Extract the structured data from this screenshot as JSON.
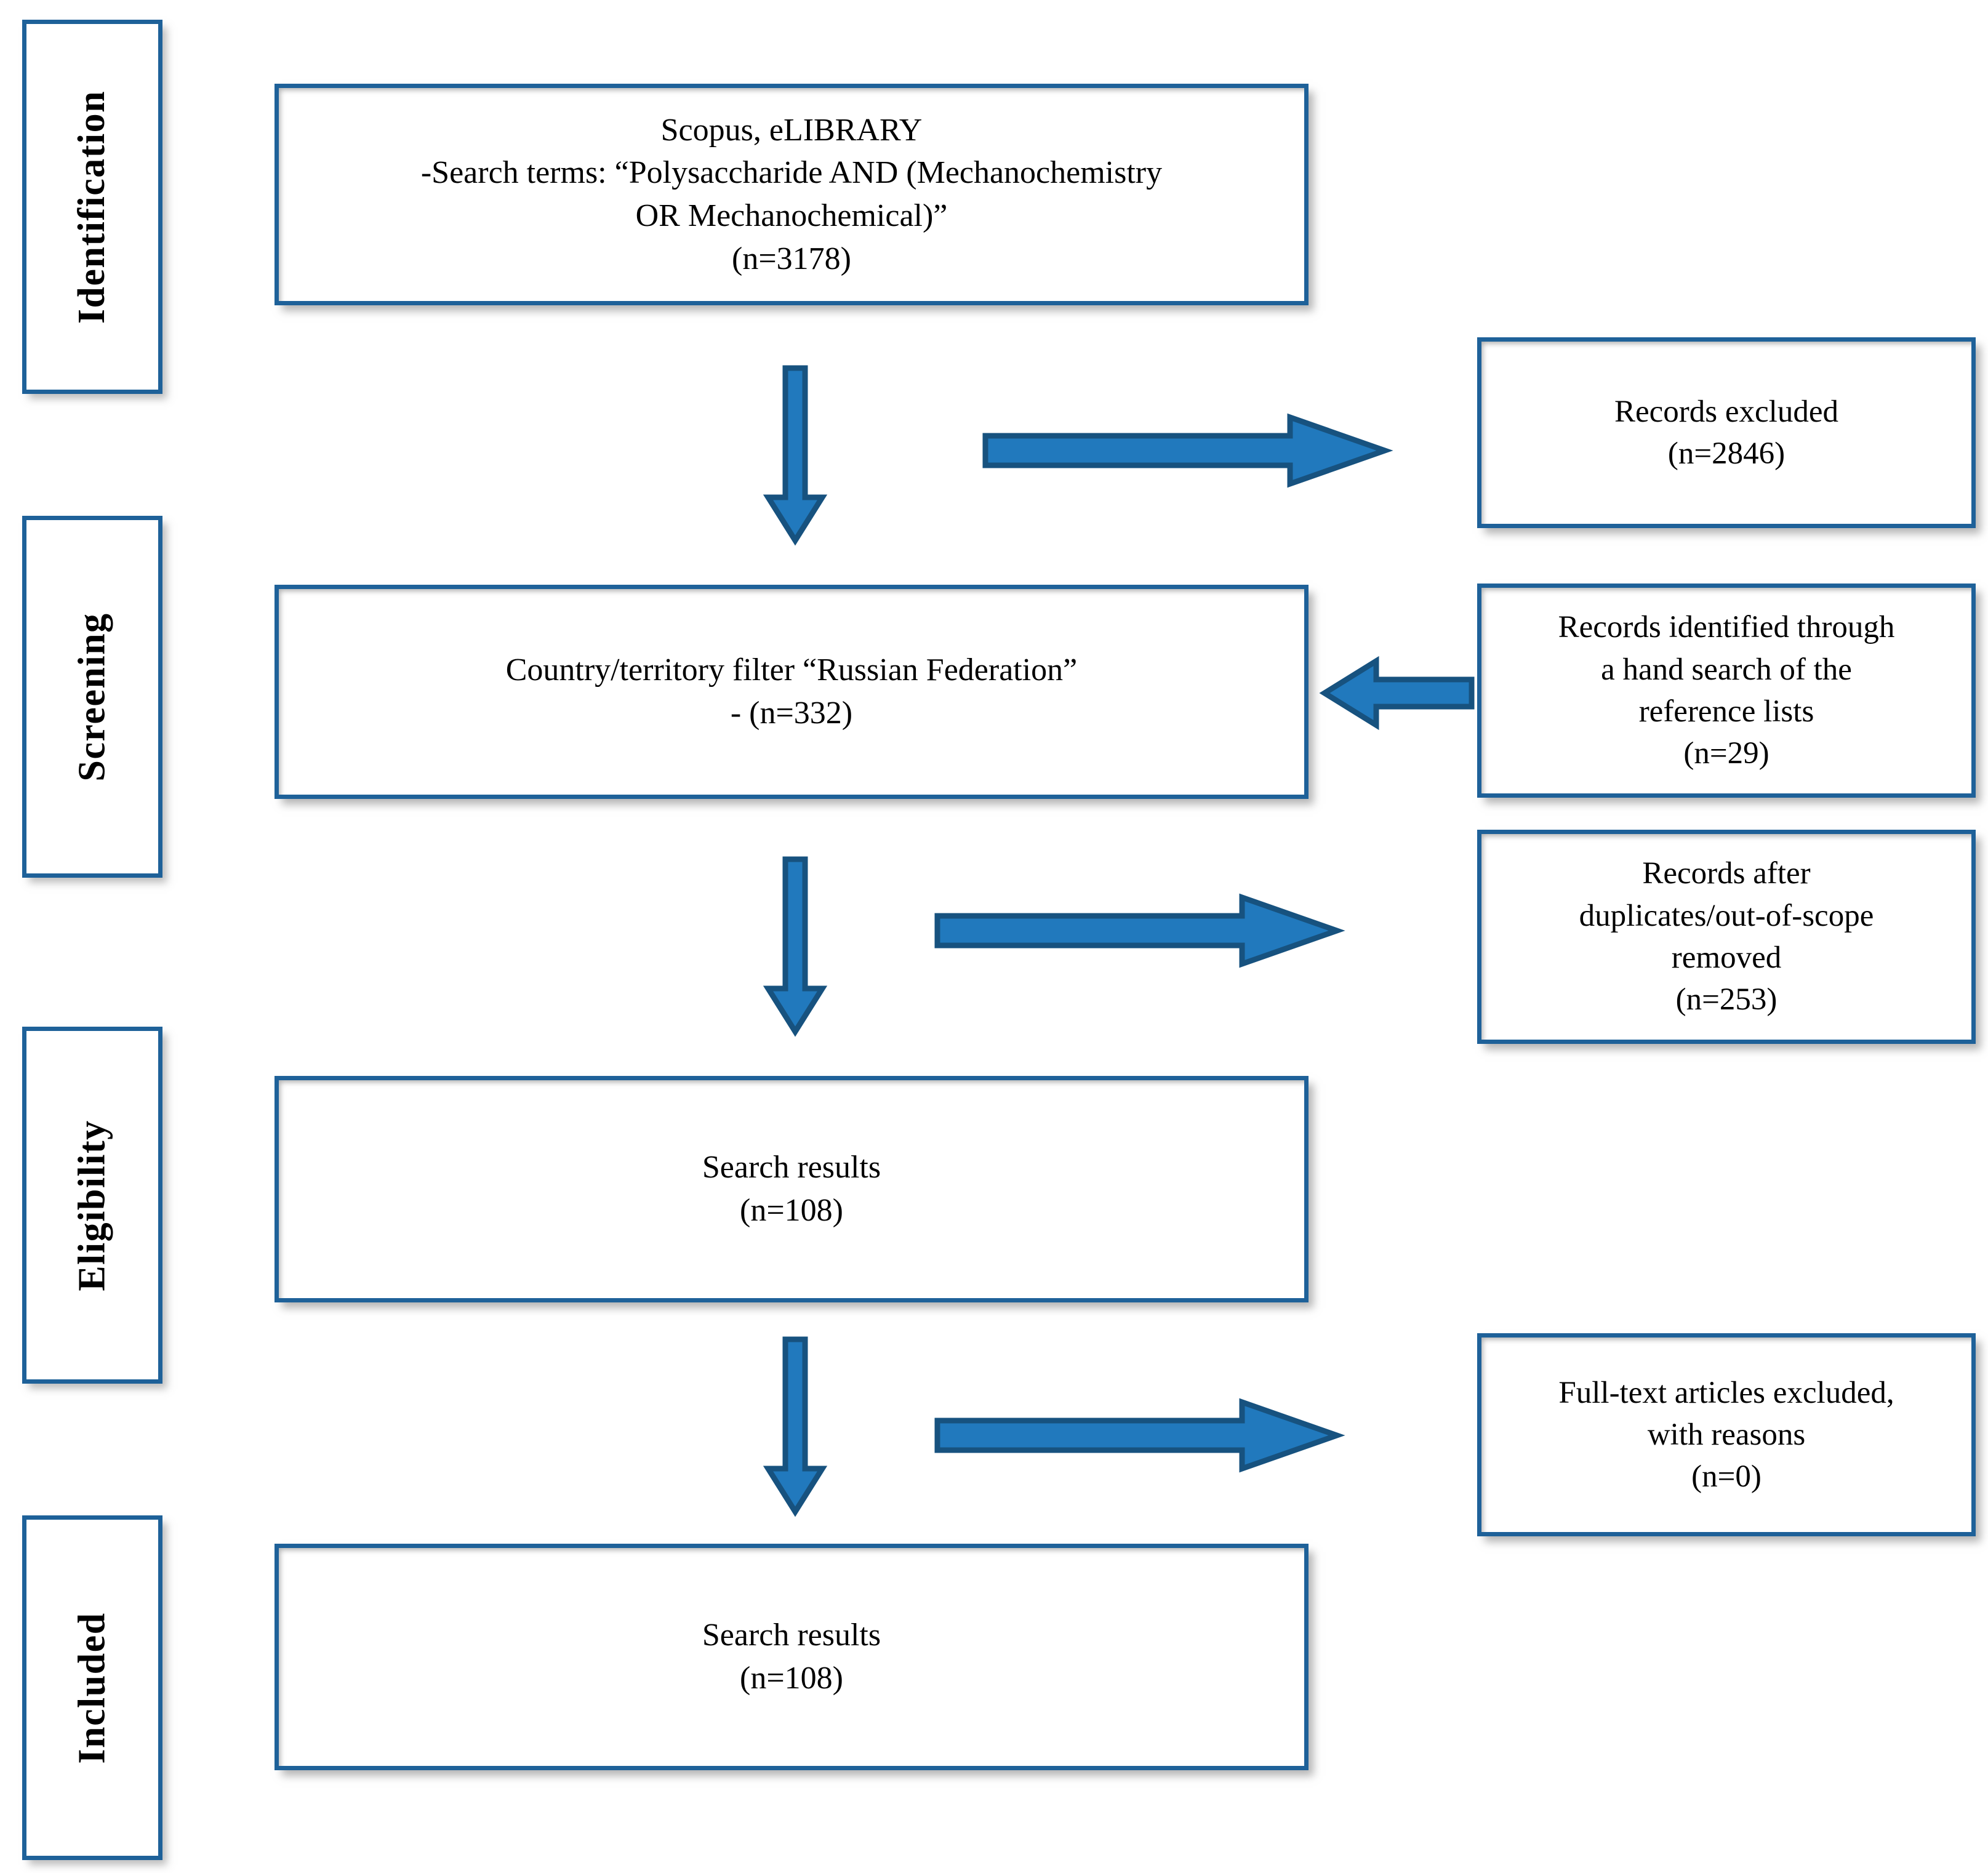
{
  "diagram": {
    "title": "PRISMA flow diagram",
    "colors": {
      "box_border": "#1e6199",
      "arrow_fill": "#2179bd",
      "arrow_stroke": "#17527f",
      "background": "#ffffff",
      "text": "#000000"
    }
  },
  "stages": [
    {
      "id": "identification",
      "label": "Identification"
    },
    {
      "id": "screening",
      "label": "Screening"
    },
    {
      "id": "eligibility",
      "label": "Eligibility"
    },
    {
      "id": "included",
      "label": "Included"
    }
  ],
  "main_boxes": [
    {
      "id": "sources",
      "lines": [
        "Scopus, eLIBRARY",
        "-Search terms: “Polysaccharide AND (Mechanochemistry",
        "OR Mechanochemical)”",
        "(n=3178)"
      ],
      "count": 3178
    },
    {
      "id": "country-filter",
      "lines": [
        "Country/territory filter “Russian Federation”",
        "-    (n=332)"
      ],
      "count": 332
    },
    {
      "id": "eligibility-results",
      "lines": [
        "Search results",
        "(n=108)"
      ],
      "count": 108
    },
    {
      "id": "included-results",
      "lines": [
        "Search results",
        "(n=108)"
      ],
      "count": 108
    }
  ],
  "side_boxes": [
    {
      "id": "records-excluded",
      "lines": [
        "Records excluded",
        "(n=2846)"
      ],
      "count": 2846
    },
    {
      "id": "hand-search",
      "lines": [
        "Records identified through",
        "a hand search of the",
        "reference lists",
        "(n=29)"
      ],
      "count": 29
    },
    {
      "id": "after-duplicates",
      "lines": [
        "Records after",
        "duplicates/out-of-scope",
        "removed",
        "(n=253)"
      ],
      "count": 253
    },
    {
      "id": "fulltext-excluded",
      "lines": [
        "Full-text articles excluded,",
        "with reasons",
        "(n=0)"
      ],
      "count": 0
    }
  ],
  "arrows": [
    {
      "id": "down-1",
      "direction": "down",
      "from": "sources",
      "to": "country-filter"
    },
    {
      "id": "right-1",
      "direction": "right",
      "from": "flow",
      "to": "records-excluded"
    },
    {
      "id": "left-1",
      "direction": "left",
      "from": "hand-search",
      "to": "country-filter"
    },
    {
      "id": "down-2",
      "direction": "down",
      "from": "country-filter",
      "to": "eligibility-results"
    },
    {
      "id": "right-2",
      "direction": "right",
      "from": "flow",
      "to": "after-duplicates"
    },
    {
      "id": "down-3",
      "direction": "down",
      "from": "eligibility-results",
      "to": "included-results"
    },
    {
      "id": "right-3",
      "direction": "right",
      "from": "flow",
      "to": "fulltext-excluded"
    }
  ]
}
